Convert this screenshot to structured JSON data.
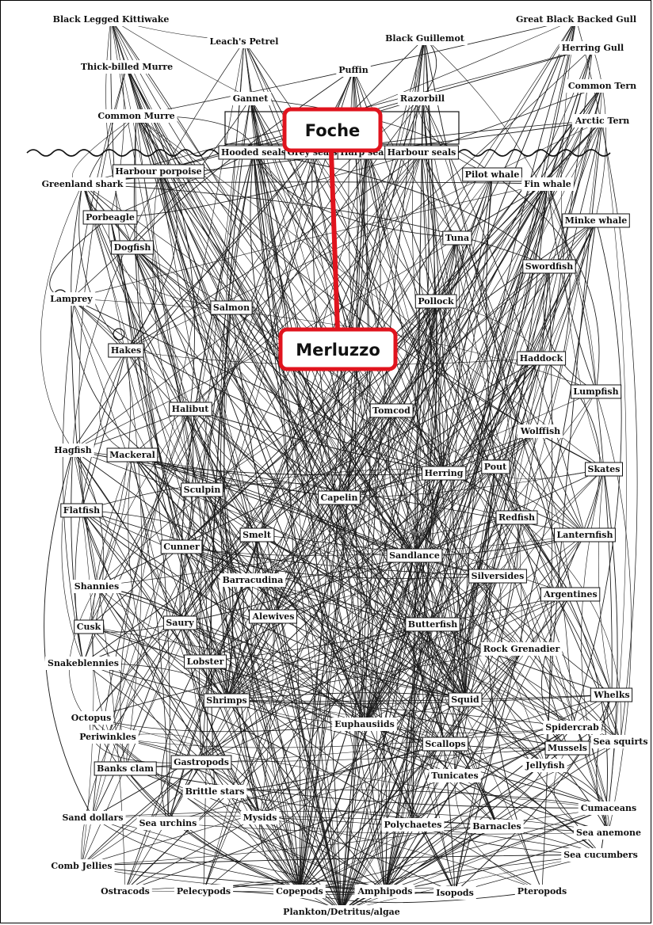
{
  "highlights": {
    "surface_label": "Foche",
    "target_label": "Merluzzo",
    "color": "#e0141e"
  },
  "species": [
    "Black Legged Kittiwake",
    "Leach's Petrel",
    "Thick-billed Murre",
    "Puffin",
    "Black Guillemot",
    "Great Black Backed Gull",
    "Herring Gull",
    "Common Tern",
    "Arctic Tern",
    "Common Murre",
    "Gannet",
    "Razorbill",
    "Hooded seals",
    "Grey seals",
    "Harp seals",
    "Harbour seals",
    "Harbour porpoise",
    "Pilot whale",
    "Fin whale",
    "Greenland shark",
    "Porbeagle",
    "Minke whale",
    "Tuna",
    "Dogfish",
    "Swordfish",
    "Lamprey",
    "Salmon",
    "Pollock",
    "Hakes",
    "Haddock",
    "Lumpfish",
    "Halibut",
    "Tomcod",
    "Wolffish",
    "Hagfish",
    "Mackeral",
    "Herring",
    "Pout",
    "Skates",
    "Sculpin",
    "Capelin",
    "Flatfish",
    "Redfish",
    "Smelt",
    "Lanternfish",
    "Cunner",
    "Sandlance",
    "Silversides",
    "Barracudina",
    "Shannies",
    "Argentines",
    "Cusk",
    "Saury",
    "Alewives",
    "Butterfish",
    "Rock Grenadier",
    "Snakeblennies",
    "Lobster",
    "Shrimps",
    "Squid",
    "Whelks",
    "Octopus",
    "Euphausiids",
    "Spidercrab",
    "Sea squirts",
    "Periwinkles",
    "Scallops",
    "Mussels",
    "Gastropods",
    "Banks clam",
    "Jellyfish",
    "Tunicates",
    "Brittle stars",
    "Cumaceans",
    "Sand dollars",
    "Mysids",
    "Sea urchins",
    "Sea anemone",
    "Polychaetes",
    "Barnacles",
    "Sea cucumbers",
    "Comb Jellies",
    "Ostracods",
    "Pelecypods",
    "Copepods",
    "Amphipods",
    "Isopods",
    "Pteropods",
    "Plankton/Detritus/algae"
  ]
}
